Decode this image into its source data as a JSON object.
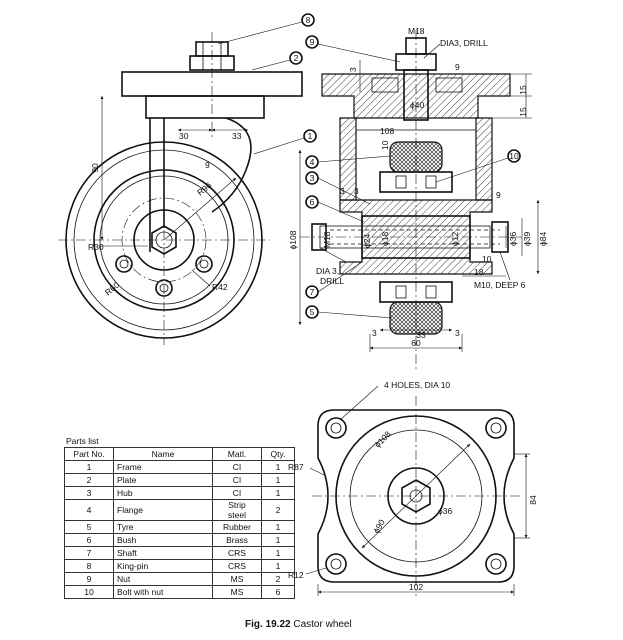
{
  "caption": {
    "fig": "Fig. 19.22",
    "title": "Castor wheel"
  },
  "parts_list": {
    "title": "Parts list",
    "headers": [
      "Part No.",
      "Name",
      "Matl.",
      "Qty."
    ],
    "rows": [
      {
        "no": "1",
        "name": "Frame",
        "matl": "CI",
        "qty": "1"
      },
      {
        "no": "2",
        "name": "Plate",
        "matl": "CI",
        "qty": "1"
      },
      {
        "no": "3",
        "name": "Hub",
        "matl": "CI",
        "qty": "1"
      },
      {
        "no": "4",
        "name": "Flange",
        "matl": "Strip",
        "matl2": "steel",
        "qty": "2"
      },
      {
        "no": "5",
        "name": "Tyre",
        "matl": "Rubber",
        "qty": "1"
      },
      {
        "no": "6",
        "name": "Bush",
        "matl": "Brass",
        "qty": "1"
      },
      {
        "no": "7",
        "name": "Shaft",
        "matl": "CRS",
        "qty": "1"
      },
      {
        "no": "8",
        "name": "King-pin",
        "matl": "CRS",
        "qty": "1"
      },
      {
        "no": "9",
        "name": "Nut",
        "matl": "MS",
        "qty": "2"
      },
      {
        "no": "10",
        "name": "Bolt with nut",
        "matl": "MS",
        "qty": "6"
      }
    ]
  },
  "side_view": {
    "d30": "30",
    "d33": "33",
    "d90": "90",
    "d9": "9",
    "r96": "R96",
    "r30": "R30",
    "r60": "R60",
    "r42": "R42",
    "balloon_8": "8",
    "balloon_2": "2",
    "balloon_1": "1"
  },
  "front_section": {
    "m18_top": "M18",
    "dia3_drill": "DIA3, DRILL",
    "d3": "3",
    "d9": "9",
    "d15a": "15",
    "d15b": "15",
    "phi40": "ϕ40",
    "d108": "108",
    "d10": "10",
    "phi108": "ϕ108",
    "m18": "M18",
    "phi24": "ϕ24",
    "phi18": "ϕ18",
    "phi12": "ϕ12",
    "phi36": "ϕ36",
    "phi39": "ϕ39",
    "phi84": "ϕ84",
    "d18": "18",
    "dia3_drill_2a": "DIA 3,",
    "dia3_drill_2b": "DRILL",
    "m10_deep": "M10, DEEP 6",
    "d10b": "10",
    "d9b": "9",
    "d33": "33",
    "d60": "60",
    "d3l": "3",
    "d3r": "3",
    "d3a": "3",
    "d3b": "3",
    "balloon_9": "9",
    "balloon_4": "4",
    "balloon_3": "3",
    "balloon_6": "6",
    "balloon_7": "7",
    "balloon_5": "5",
    "balloon_10": "10"
  },
  "top_view": {
    "holes": "4 HOLES, DIA 10",
    "r87": "R87",
    "r12": "R12",
    "phi108": "ϕ108",
    "phi90": "ϕ90",
    "phi36": "ϕ36",
    "d84": "84",
    "d102": "102"
  }
}
